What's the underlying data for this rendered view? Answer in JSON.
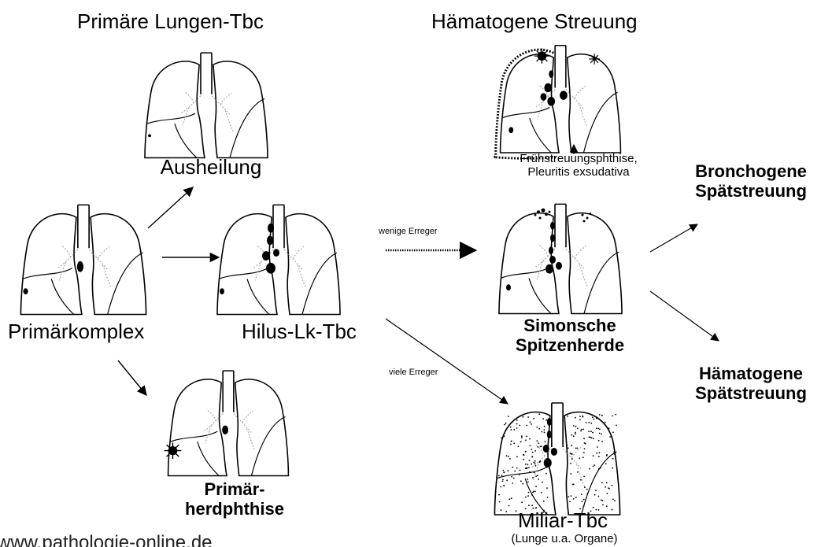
{
  "headings": {
    "primary": "Primäre Lungen-Tbc",
    "hematogenous": "Hämatogene Streuung"
  },
  "nodes": {
    "healing": "Ausheilung",
    "primary_complex": "Primärkomplex",
    "hilus": "Hilus-Lk-Tbc",
    "primary_focus": [
      "Primär-",
      "herdphthise"
    ],
    "early_spread": [
      "Frühstreuungsphthise,",
      "Pleuritis exsudativa"
    ],
    "simon": [
      "Simonsche",
      "Spitzenherde"
    ],
    "bronchogenic": [
      "Bronchogene",
      "Spätstreuung"
    ],
    "hematogenous_late": [
      "Hämatogene",
      "Spätstreuung"
    ],
    "miliary": "Miliar-Tbc",
    "miliary_note": "(Lunge u.a. Organe)"
  },
  "arrows": {
    "few": "wenige Erreger",
    "many": "viele Erreger"
  },
  "footer": {
    "url": "www.pathologie-online.de"
  }
}
